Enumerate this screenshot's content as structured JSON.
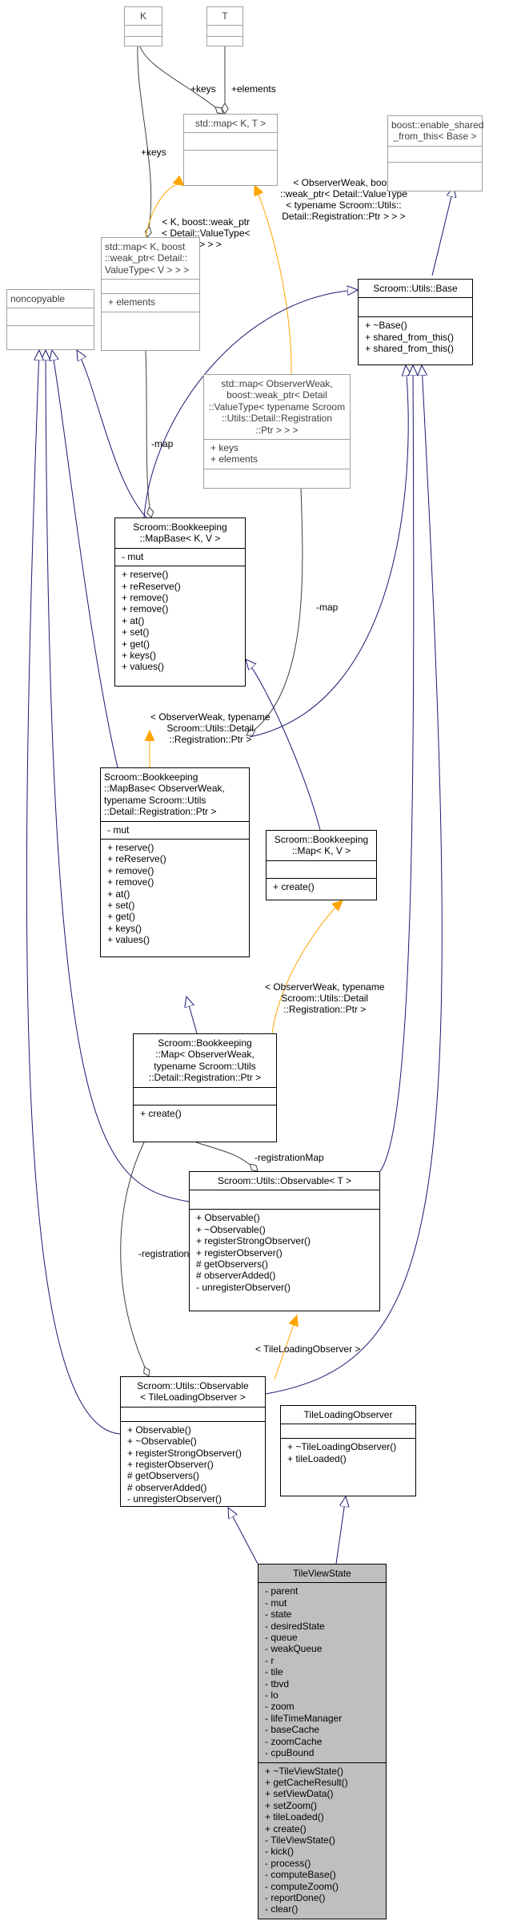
{
  "classes": {
    "K": {
      "title": [
        "K"
      ],
      "attributes": [],
      "methods": []
    },
    "T": {
      "title": [
        "T"
      ],
      "attributes": [],
      "methods": []
    },
    "stdmap": {
      "title": [
        "std::map< K, T >"
      ],
      "attributes": [],
      "methods": []
    },
    "enable_shared": {
      "title": [
        "boost::enable_shared",
        "_from_this< Base >"
      ],
      "attributes": [],
      "methods": []
    },
    "stdmap_weak": {
      "title": [
        "std::map< K, boost",
        "::weak_ptr< Detail::",
        "ValueType< V > > >"
      ],
      "attributes": [],
      "methods": [
        "+ elements"
      ]
    },
    "noncopyable": {
      "title": [
        "noncopyable"
      ],
      "attributes": [],
      "methods": []
    },
    "utils_base": {
      "title": [
        "Scroom::Utils::Base"
      ],
      "attributes": [],
      "methods": [
        "+ ~Base()",
        "+ shared_from_this()",
        "+ shared_from_this()"
      ]
    },
    "stdmap_observer": {
      "title": [
        "std::map< ObserverWeak,",
        "boost::weak_ptr< Detail",
        "::ValueType< typename Scroom",
        "::Utils::Detail::Registration",
        "::Ptr > > >"
      ],
      "attributes": [
        "+ keys",
        "+ elements"
      ],
      "methods": []
    },
    "mapbase_kv": {
      "title": [
        "Scroom::Bookkeeping",
        "::MapBase< K, V >"
      ],
      "attributes": [
        "- mut"
      ],
      "methods": [
        "+ reserve()",
        "+ reReserve()",
        "+ remove()",
        "+ remove()",
        "+ at()",
        "+ set()",
        "+ get()",
        "+ keys()",
        "+ values()"
      ]
    },
    "mapbase_observer": {
      "title": [
        "Scroom::Bookkeeping",
        "::MapBase< ObserverWeak,",
        "typename Scroom::Utils",
        "::Detail::Registration::Ptr >"
      ],
      "attributes": [
        "- mut"
      ],
      "methods": [
        "+ reserve()",
        "+ reReserve()",
        "+ remove()",
        "+ remove()",
        "+ at()",
        "+ set()",
        "+ get()",
        "+ keys()",
        "+ values()"
      ]
    },
    "map_kv": {
      "title": [
        "Scroom::Bookkeeping",
        "::Map< K, V >"
      ],
      "attributes": [],
      "methods": [
        "+ create()"
      ]
    },
    "map_observer": {
      "title": [
        "Scroom::Bookkeeping",
        "::Map< ObserverWeak,",
        "typename Scroom::Utils",
        "::Detail::Registration::Ptr >"
      ],
      "attributes": [],
      "methods": [
        "+ create()"
      ]
    },
    "observable_t": {
      "title": [
        "Scroom::Utils::Observable< T >"
      ],
      "attributes": [],
      "methods": [
        "+ Observable()",
        "+ ~Observable()",
        "+ registerStrongObserver()",
        "+ registerObserver()",
        "# getObservers()",
        "# observerAdded()",
        "- unregisterObserver()"
      ]
    },
    "observable_tlo": {
      "title": [
        "Scroom::Utils::Observable",
        "< TileLoadingObserver >"
      ],
      "attributes": [],
      "methods": [
        "+ Observable()",
        "+ ~Observable()",
        "+ registerStrongObserver()",
        "+ registerObserver()",
        "# getObservers()",
        "# observerAdded()",
        "- unregisterObserver()"
      ]
    },
    "tlo": {
      "title": [
        "TileLoadingObserver"
      ],
      "attributes": [],
      "methods": [
        "+ ~TileLoadingObserver()",
        "+ tileLoaded()"
      ]
    },
    "tileviewstate": {
      "title": [
        "TileViewState"
      ],
      "attributes": [
        "- parent",
        "- mut",
        "- state",
        "- desiredState",
        "- queue",
        "- weakQueue",
        "- r",
        "- tile",
        "- tbvd",
        "- lo",
        "- zoom",
        "- lifeTimeManager",
        "- baseCache",
        "- zoomCache",
        "- cpuBound"
      ],
      "methods": [
        "+ ~TileViewState()",
        "+ getCacheResult()",
        "+ setViewData()",
        "+ setZoom()",
        "+ tileLoaded()",
        "+ create()",
        "- TileViewState()",
        "- kick()",
        "- process()",
        "- computeBase()",
        "- computeZoom()",
        "- reportDone()",
        "- clear()"
      ]
    }
  },
  "edge_labels": {
    "keys_k": "+keys",
    "elements_t": "+elements",
    "keys_k2": "+keys",
    "tmpl_kv": [
      "< K, boost::weak_ptr",
      "< Detail::ValueType<",
      "V > > >"
    ],
    "tmpl_observerweak": [
      "< ObserverWeak, boost",
      "::weak_ptr< Detail::ValueType",
      "< typename Scroom::Utils::",
      "Detail::Registration::Ptr > > >"
    ],
    "map_left": "-map",
    "map_right": "-map",
    "tmpl_mapbase": [
      "< ObserverWeak, typename",
      "Scroom::Utils::Detail",
      "::Registration::Ptr >"
    ],
    "tmpl_map": [
      "< ObserverWeak, typename",
      "Scroom::Utils::Detail",
      "::Registration::Ptr >"
    ],
    "regmap_1": "-registrationMap",
    "regmap_2": "-registrationMap",
    "tmpl_tlo": "< TileLoadingObserver >"
  },
  "colors": {
    "inherit": "#191970",
    "template": "#ffa500",
    "usage": "#404040",
    "focus_fill": "#bfbfbf",
    "grey_border": "#a0a0a0"
  }
}
